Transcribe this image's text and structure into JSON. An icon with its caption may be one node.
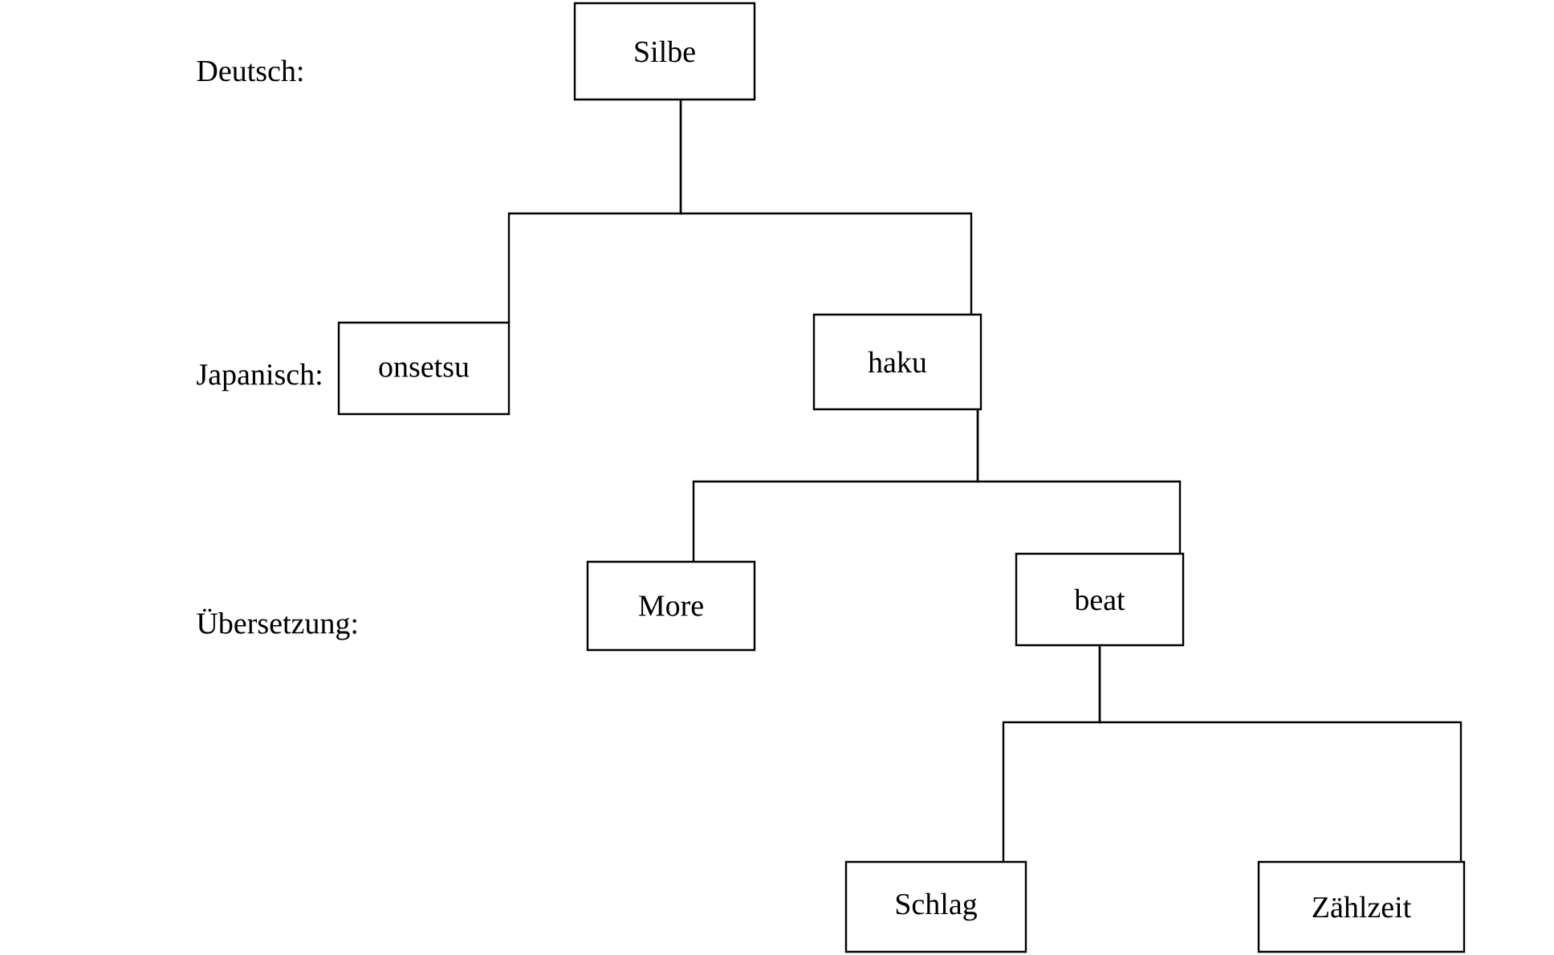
{
  "diagram": {
    "nodes": [
      {
        "text": [
          "Silbe"
        ]
      },
      {
        "text": [
          "onsetsu"
        ]
      },
      {
        "text": [
          "haku"
        ]
      },
      {
        "text": [
          "More"
        ]
      },
      {
        "text": [
          "beat"
        ]
      },
      {
        "text": [
          "Schlag"
        ]
      },
      {
        "text": [
          "Zählzeit"
        ]
      }
    ],
    "edges": [
      {
        "from": 0,
        "to": 1,
        "arrow": "none"
      },
      {
        "from": 0,
        "to": 2,
        "arrow": "none"
      },
      {
        "from": 2,
        "to": 3,
        "arrow": "none"
      },
      {
        "from": 2,
        "to": 4,
        "arrow": "none"
      },
      {
        "from": 4,
        "to": 5,
        "arrow": "none"
      },
      {
        "from": 4,
        "to": 6,
        "arrow": "none"
      }
    ],
    "labels": [
      "Deutsch:",
      "Japanisch:",
      "Übersetzung:"
    ]
  }
}
